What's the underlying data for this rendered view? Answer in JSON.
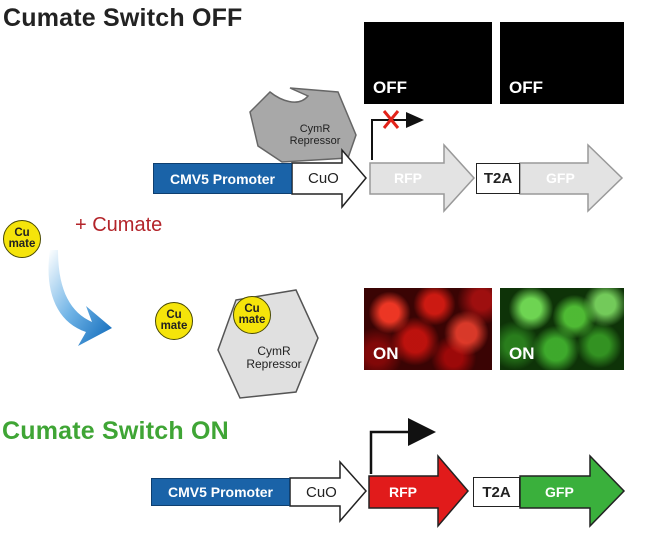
{
  "titles": {
    "off": "Cumate Switch OFF",
    "on": "Cumate Switch ON"
  },
  "add_cumate": "+ Cumate",
  "cumate_molecule": "Cu\nmate",
  "repressor_label": "CymR\nRepressor",
  "panels": {
    "off_left": "OFF",
    "off_right": "OFF",
    "on_left": "ON",
    "on_right": "ON"
  },
  "construct": {
    "promoter": "CMV5 Promoter",
    "operator": "CuO",
    "reporter1": "RFP",
    "linker": "T2A",
    "reporter2": "GFP"
  },
  "colors": {
    "off_title": "#222222",
    "on_title": "#3fa535",
    "cumate_text": "#b3242a",
    "promoter": "#1a63a8",
    "rfp_on": "#e11b1b",
    "gfp_on": "#3ab03c",
    "off_gray": "#e3e3e3",
    "repressor_off": "#a8a8a8",
    "repressor_free": "#e0e0e0",
    "cumate_ball": "#f5e40a",
    "block_x": "#e2231a"
  }
}
